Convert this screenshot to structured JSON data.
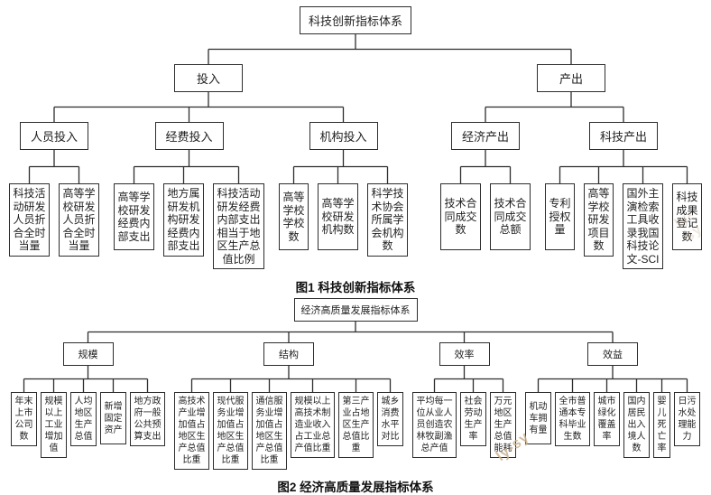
{
  "watermark": {
    "text": "ly-sy",
    "color": "#c9b290"
  },
  "figures": [
    {
      "caption": "图1  科技创新指标体系",
      "root": {
        "label": "科技创新指标体系",
        "children": [
          {
            "label": "投入",
            "children": [
              {
                "label": "人员投入",
                "children": [
                  {
                    "label": "科技活动研发人员折合全时当量",
                    "cols": 3
                  },
                  {
                    "label": "高等学校研发人员折合全时当量",
                    "cols": 3
                  }
                ]
              },
              {
                "label": "经费投入",
                "children": [
                  {
                    "label": "高等学校研发经费内部支出",
                    "cols": 3
                  },
                  {
                    "label": "地方属研发机构研发经费内部支出",
                    "cols": 3
                  },
                  {
                    "label": "科技活动研发经费内部支出相当于地区生产总值比例",
                    "cols": 4
                  }
                ]
              },
              {
                "label": "机构投入",
                "children": [
                  {
                    "label": "高等学校学校数",
                    "cols": 2
                  },
                  {
                    "label": "高等学校研发机构数",
                    "cols": 3
                  },
                  {
                    "label": "科学技术协会所属学会机构数",
                    "cols": 3
                  }
                ]
              }
            ]
          },
          {
            "label": "产出",
            "children": [
              {
                "label": "经济产出",
                "children": [
                  {
                    "label": "技术合同成交数",
                    "cols": 3
                  },
                  {
                    "label": "技术合同成交总额",
                    "cols": 3
                  }
                ]
              },
              {
                "label": "科技产出",
                "children": [
                  {
                    "label": "专利授权量",
                    "cols": 2
                  },
                  {
                    "label": "高等学校研发项目数",
                    "cols": 2
                  },
                  {
                    "label": "国外主演检索工具收录我国科技论文-SCI",
                    "cols": 3
                  },
                  {
                    "label": "科技成果登记数",
                    "cols": 2
                  }
                ]
              }
            ]
          }
        ]
      }
    },
    {
      "caption": "图2  经济高质量发展指标体系",
      "root": {
        "label": "经济高质量发展指标体系",
        "children": [
          {
            "label": "规模",
            "children": [
              {
                "label": "年末上市公司数",
                "cols": 2
              },
              {
                "label": "规模以上工业增加值",
                "cols": 2
              },
              {
                "label": "人均地区生产总值",
                "cols": 2
              },
              {
                "label": "新增固定资产",
                "cols": 2
              },
              {
                "label": "地方政府一般公共预算支出",
                "cols": 3
              }
            ]
          },
          {
            "label": "结构",
            "children": [
              {
                "label": "高技术产业增加值占地区生产总值比重",
                "cols": 3
              },
              {
                "label": "现代服务业增加值占地区生产总值比重",
                "cols": 3
              },
              {
                "label": "通信服务业增加值占地区生产总值比重",
                "cols": 3
              },
              {
                "label": "规模以上高技术制造业收入占工业总产值比重",
                "cols": 4
              },
              {
                "label": "第三产业占地区生产总值比重",
                "cols": 3
              },
              {
                "label": "城乡消费水平对比",
                "cols": 2
              }
            ]
          },
          {
            "label": "效率",
            "children": [
              {
                "label": "平均每一位从业人员创造农林牧副渔总产值",
                "cols": 4
              },
              {
                "label": "社会劳动生产率",
                "cols": 2
              },
              {
                "label": "万元地区生产总值能耗",
                "cols": 2
              }
            ]
          },
          {
            "label": "效益",
            "children": [
              {
                "label": "机动车拥有量",
                "cols": 2
              },
              {
                "label": "全市普通本专科毕业生数",
                "cols": 3
              },
              {
                "label": "城市绿化覆盖率",
                "cols": 2
              },
              {
                "label": "国内居民出入境人数",
                "cols": 2
              },
              {
                "label": "婴儿死亡率",
                "cols": 1
              },
              {
                "label": "日污水处理能力",
                "cols": 2
              }
            ]
          }
        ]
      }
    }
  ]
}
